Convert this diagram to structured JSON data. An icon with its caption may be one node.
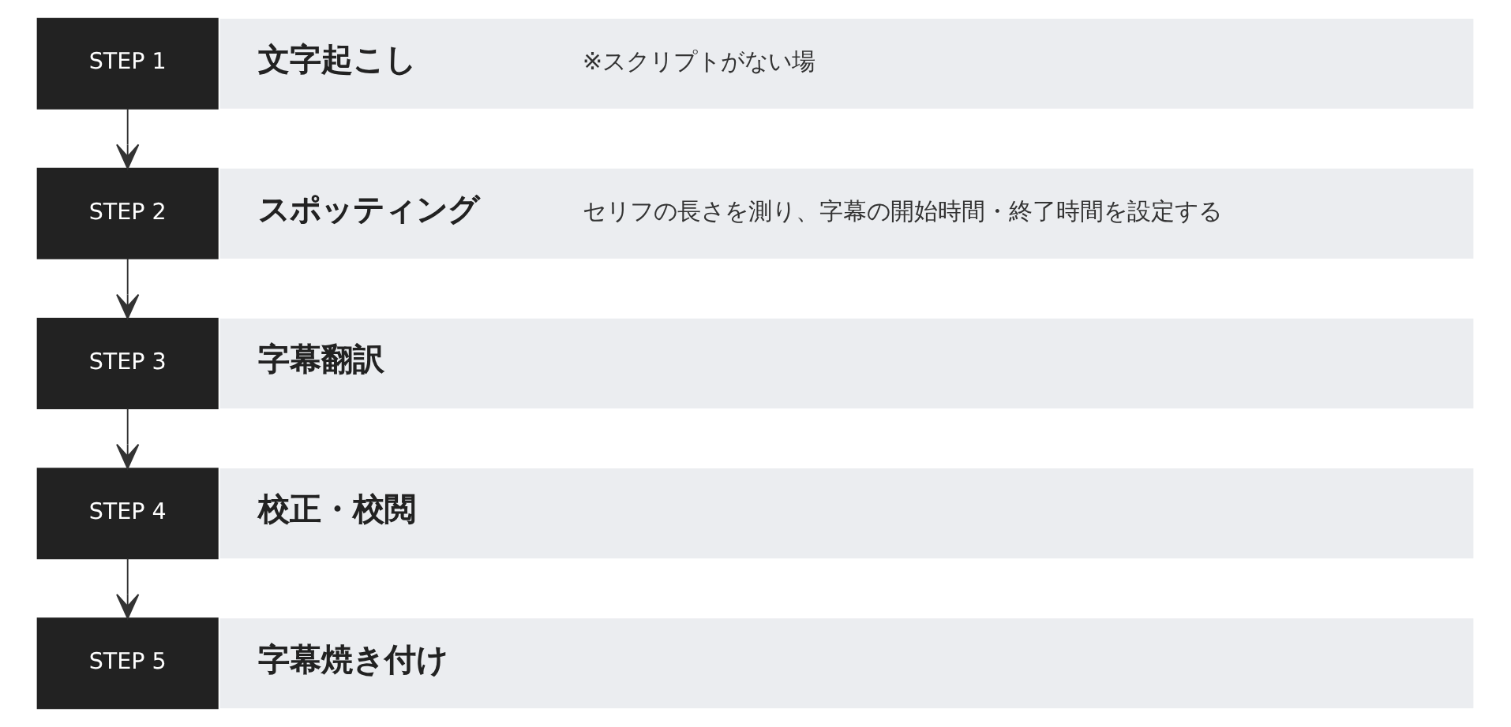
{
  "diagram": {
    "nodes": [
      {
        "text": [
          "STEP 1"
        ]
      },
      {
        "text": [
          "文字起こし",
          "※スクリプトがない場"
        ]
      },
      {
        "text": [
          "STEP 2"
        ]
      },
      {
        "text": [
          "スポッティング",
          "セリフの長さを測り、字幕の開始時間・終了時間を設定する"
        ]
      },
      {
        "text": [
          "STEP 3"
        ]
      },
      {
        "text": [
          "字幕翻訳"
        ]
      },
      {
        "text": [
          "STEP 4"
        ]
      },
      {
        "text": [
          "校正・校閲"
        ]
      },
      {
        "text": [
          "STEP 5"
        ]
      },
      {
        "text": [
          "字幕焼き付け"
        ]
      }
    ],
    "edges": [
      {
        "from": 0,
        "to": 2,
        "arrow": "to"
      },
      {
        "from": 2,
        "to": 4,
        "arrow": "to"
      },
      {
        "from": 4,
        "to": 6,
        "arrow": "to"
      },
      {
        "from": 6,
        "to": 8,
        "arrow": "to"
      }
    ]
  }
}
